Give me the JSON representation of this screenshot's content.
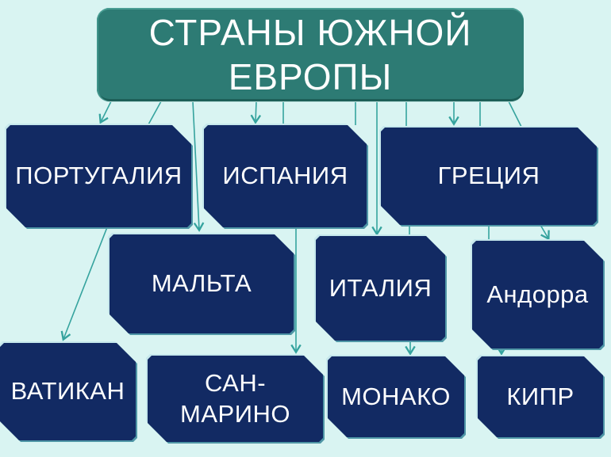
{
  "slide": {
    "title": {
      "text": "СТРАНЫ ЮЖНОЙ ЕВРОПЫ",
      "line1": "СТРАНЫ ЮЖНОЙ",
      "line2": "ЕВРОПЫ"
    }
  },
  "nodes": [
    {
      "id": "portugal",
      "label": "ПОРТУГАЛИЯ"
    },
    {
      "id": "spain",
      "label": "ИСПАНИЯ"
    },
    {
      "id": "greece",
      "label": "ГРЕЦИЯ"
    },
    {
      "id": "malta",
      "label": "МАЛЬТА"
    },
    {
      "id": "italy",
      "label": "ИТАЛИЯ"
    },
    {
      "id": "andorra",
      "label": "Андорра"
    },
    {
      "id": "vatican",
      "label": "ВАТИКАН"
    },
    {
      "id": "sanmarino",
      "label": "САН-МАРИНО",
      "lines": [
        "САН-",
        "МАРИНО"
      ]
    },
    {
      "id": "monaco",
      "label": "МОНАКО"
    },
    {
      "id": "cyprus",
      "label": "КИПР"
    }
  ],
  "diagram_data": {
    "type": "tree",
    "root": "СТРАНЫ ЮЖНОЙ ЕВРОПЫ",
    "edges": [
      {
        "from": "СТРАНЫ ЮЖНОЙ ЕВРОПЫ",
        "to": "ПОРТУГАЛИЯ"
      },
      {
        "from": "СТРАНЫ ЮЖНОЙ ЕВРОПЫ",
        "to": "ИСПАНИЯ"
      },
      {
        "from": "СТРАНЫ ЮЖНОЙ ЕВРОПЫ",
        "to": "ГРЕЦИЯ"
      },
      {
        "from": "СТРАНЫ ЮЖНОЙ ЕВРОПЫ",
        "to": "МАЛЬТА"
      },
      {
        "from": "СТРАНЫ ЮЖНОЙ ЕВРОПЫ",
        "to": "ИТАЛИЯ"
      },
      {
        "from": "ПОРТУГАЛИЯ",
        "to": "ВАТИКАН"
      },
      {
        "from": "ИСПАНИЯ",
        "to": "САН-МАРИНО"
      },
      {
        "from": "ГРЕЦИЯ",
        "to": "ИТАЛИЯ"
      },
      {
        "from": "ГРЕЦИЯ",
        "to": "АНДОРРА"
      },
      {
        "from": "ИТАЛИЯ",
        "to": "МОНАКО"
      },
      {
        "from": "АНДОРРА",
        "to": "КИПР"
      }
    ]
  },
  "colors": {
    "background": "#d9f4f2",
    "title_fill": "#2d7b74",
    "node_fill": "#122a63",
    "text": "#ffffff",
    "connector": "#35a39e",
    "bevel_light": "#c6e8ec",
    "bevel_dark": "#4f96a6"
  }
}
